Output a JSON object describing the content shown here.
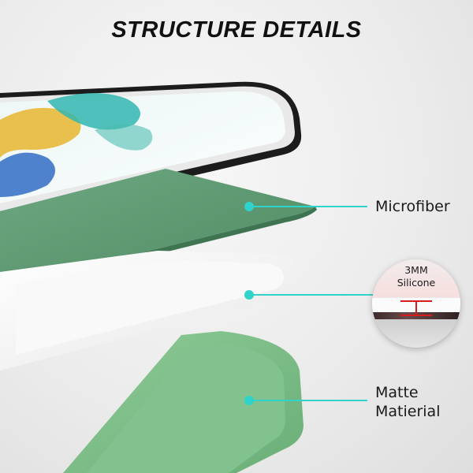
{
  "title": "STRUCTURE DETAILS",
  "labels": {
    "microfiber": "Microfiber",
    "silicone_thickness": "3MM",
    "silicone": "Silicone",
    "matte_line1": "Matte",
    "matte_line2": "Matierial"
  },
  "colors": {
    "callout_teal": "#2fd3c9",
    "case_green": "#7bbf86",
    "microfiber_green": "#5e9a72",
    "silicone_white": "#f4f4f4",
    "measure_red": "#d21e1e"
  }
}
